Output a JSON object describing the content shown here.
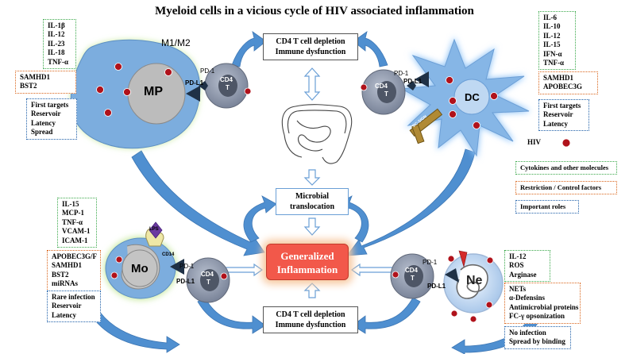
{
  "title": "Myeloid cells in a vicious cycle of HIV associated inflammation",
  "colors": {
    "arrow_blue": "#4f8fd0",
    "cell_blue": "#78a9dc",
    "nucleus_gray": "#b9b9b9",
    "tcell_gray": "#8a94a8",
    "virus_red": "#b0121b",
    "inflammation_red": "#f2584a",
    "cytokine_border": "#3aa84a",
    "restriction_border": "#d9641a",
    "roles_border": "#1e5fa8"
  },
  "center": {
    "top_box": [
      "CD4 T cell depletion",
      "Immune dysfunction"
    ],
    "microbial": [
      "Microbial",
      "translocation"
    ],
    "generalized": [
      "Generalized",
      "Inflammation"
    ],
    "bottom_box": [
      "CD4 T cell depletion",
      "Immune dysfunction"
    ]
  },
  "mp": {
    "label": "MP",
    "subtype": "M1/M2",
    "cytokines": [
      "IL-1β",
      "IL-12",
      "IL-23",
      "IL-18",
      "TNF-α"
    ],
    "restriction": [
      "SAMHD1",
      "BST2"
    ],
    "roles": [
      "First targets",
      "Reservoir",
      "Latency",
      "Spread"
    ]
  },
  "dc": {
    "label": "DC",
    "cytokines": [
      "IL-6",
      "IL-10",
      "IL-12",
      "IL-15",
      "IFN-α",
      "TNF-α"
    ],
    "restriction": [
      "SAMHD1",
      "APOBEC3G"
    ],
    "roles": [
      "First targets",
      "Reservoir",
      "Latency"
    ],
    "receptor": "DC-SIGN"
  },
  "mo": {
    "label": "Mo",
    "cytokines": [
      "IL-15",
      "MCP-1",
      "TNF-α",
      "VCAM-1",
      "ICAM-1"
    ],
    "restriction": [
      "APOBEC3G/F",
      "SAMHD1",
      "BST2",
      "miRNAs"
    ],
    "roles": [
      "Rare infection",
      "Reservoir",
      "Latency"
    ],
    "lps": "LPS",
    "cd14": "CD14"
  },
  "ne": {
    "label": "Ne",
    "cytokines": [
      "IL-12",
      "ROS",
      "Arginase"
    ],
    "restriction": [
      "NETs",
      "α-Defensins",
      "Antimicrobial proteins",
      "FC-γ opsonization"
    ],
    "roles": [
      "No infection",
      "Spread by binding"
    ]
  },
  "tcell": {
    "label_top": "CD4",
    "label_bottom": "T",
    "pd1": "PD-1",
    "pdl1": "PD-L1"
  },
  "legend": {
    "hiv": "HIV",
    "cytokines": "Cytokines and other molecules",
    "restriction": "Restriction / Control factors",
    "roles": "Important roles"
  }
}
